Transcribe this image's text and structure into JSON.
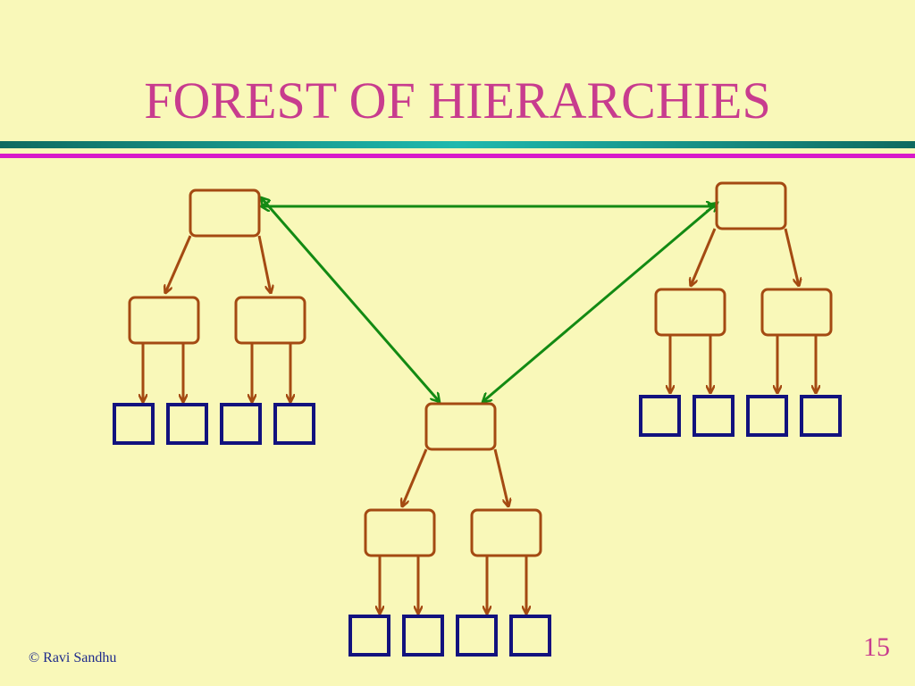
{
  "slide": {
    "title": "FOREST OF HIERARCHIES",
    "footer": "© Ravi Sandhu",
    "page_number": "15"
  },
  "colors": {
    "background": "#F9F8B9",
    "title": "#C83C8E",
    "node_border": "#A44A12",
    "hierarchy_arrow": "#A44A12",
    "peer_arrow": "#138A13",
    "leaf_border": "#12127E"
  },
  "diagram": {
    "hierarchies": [
      {
        "id": "left",
        "children": 2,
        "leaves_per_child": 2
      },
      {
        "id": "right",
        "children": 2,
        "leaves_per_child": 2
      },
      {
        "id": "bottom",
        "children": 2,
        "leaves_per_child": 2
      }
    ],
    "peer_links": [
      {
        "from": "left",
        "to": "right",
        "bidirectional": true
      },
      {
        "from": "left",
        "to": "bottom",
        "bidirectional": true
      },
      {
        "from": "right",
        "to": "bottom",
        "bidirectional": true
      }
    ]
  }
}
